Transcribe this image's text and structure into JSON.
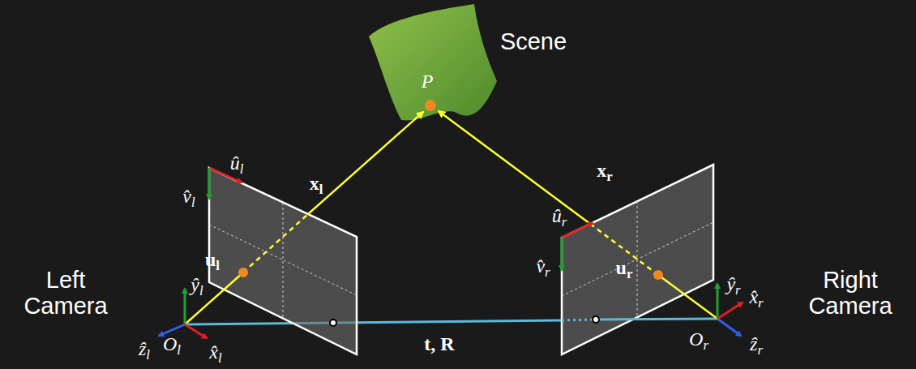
{
  "diagram": {
    "labels": [
      "Scene",
      "P",
      "xl",
      "xr",
      "ûl",
      "v̂l",
      "ul",
      "ŷl",
      "ẑl",
      "Ol",
      "x̂l",
      "Left Camera",
      "ûr",
      "v̂r",
      "ur",
      "ŷr",
      "x̂r",
      "ẑr",
      "Or",
      "Right Camera",
      "t, R"
    ]
  }
}
